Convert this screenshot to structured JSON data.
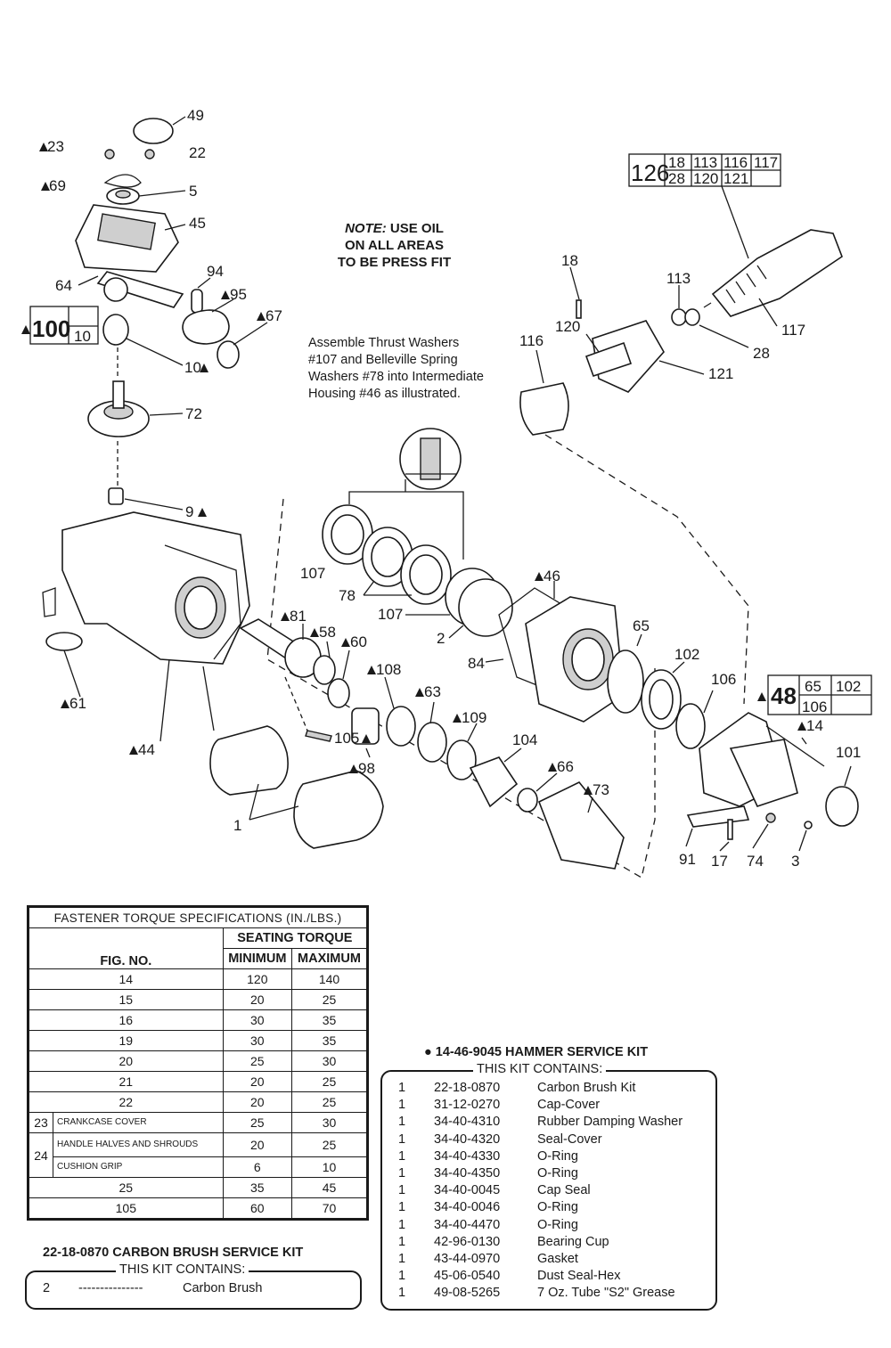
{
  "note": {
    "prefix": "NOTE:",
    "text_line1": " USE OIL",
    "text_line2": "ON ALL AREAS",
    "text_line3": "TO BE PRESS FIT"
  },
  "assemble_note": [
    "Assemble Thrust Washers",
    "#107 and Belleville Spring",
    "Washers #78 into Intermediate",
    "Housing #46 as illustrated."
  ],
  "callout_labels": {
    "p49": "49",
    "p23": "23",
    "p22": "22",
    "p69": "69",
    "p5": "5",
    "p45": "45",
    "p64": "64",
    "p94": "94",
    "p95": "95",
    "p67": "67",
    "p10": "10",
    "p72": "72",
    "p9": "9",
    "p61": "61",
    "p44": "44",
    "p1": "1",
    "p107a": "107",
    "p78": "78",
    "p107b": "107",
    "p2": "2",
    "p84": "84",
    "p46": "46",
    "p81": "81",
    "p58": "58",
    "p60": "60",
    "p108": "108",
    "p63": "63",
    "p105": "105",
    "p98": "98",
    "p109": "109",
    "p104": "104",
    "p66": "66",
    "p73": "73",
    "p65": "65",
    "p102": "102",
    "p106": "106",
    "p14": "14",
    "p101": "101",
    "p91": "91",
    "p17": "17",
    "p74": "74",
    "p3": "3",
    "p18": "18",
    "p113": "113",
    "p116": "116",
    "p120": "120",
    "p121": "121",
    "p117": "117",
    "p28": "28"
  },
  "kit_box_126": {
    "num": "126",
    "cells": [
      "18",
      "113",
      "116",
      "117",
      "28",
      "120",
      "121"
    ]
  },
  "kit_box_100": {
    "num": "100",
    "cells": [
      "10"
    ]
  },
  "kit_box_48": {
    "num": "48",
    "cells": [
      "65",
      "102",
      "106"
    ]
  },
  "torque_table": {
    "title": "FASTENER TORQUE SPECIFICATIONS (IN./LBS.)",
    "group_header": "SEATING TORQUE",
    "col_fig": "FIG. NO.",
    "col_min": "MINIMUM",
    "col_max": "MAXIMUM",
    "rows": [
      {
        "fig": "14",
        "min": "120",
        "max": "140"
      },
      {
        "fig": "15",
        "min": "20",
        "max": "25"
      },
      {
        "fig": "16",
        "min": "30",
        "max": "35"
      },
      {
        "fig": "19",
        "min": "30",
        "max": "35"
      },
      {
        "fig": "20",
        "min": "25",
        "max": "30"
      },
      {
        "fig": "21",
        "min": "20",
        "max": "25"
      },
      {
        "fig": "22",
        "min": "20",
        "max": "25"
      }
    ],
    "row23": {
      "fig": "23",
      "desc": "CRANKCASE COVER",
      "min": "25",
      "max": "30"
    },
    "row24": {
      "fig": "24",
      "desc_a": "HANDLE HALVES AND SHROUDS",
      "min_a": "20",
      "max_a": "25",
      "desc_b": "CUSHION GRIP",
      "min_b": "6",
      "max_b": "10"
    },
    "rows_tail": [
      {
        "fig": "25",
        "min": "35",
        "max": "45"
      },
      {
        "fig": "105",
        "min": "60",
        "max": "70"
      }
    ]
  },
  "carbon_kit": {
    "title": "22-18-0870 CARBON BRUSH SERVICE KIT",
    "legend": "THIS KIT CONTAINS:",
    "items": [
      {
        "qty": "2",
        "part": "---------------",
        "desc": "Carbon Brush"
      }
    ]
  },
  "hammer_kit": {
    "title": "14-46-9045 HAMMER SERVICE KIT",
    "bullet": "●",
    "legend": "THIS KIT CONTAINS:",
    "items": [
      {
        "qty": "1",
        "part": "22-18-0870",
        "desc": "Carbon Brush Kit"
      },
      {
        "qty": "1",
        "part": "31-12-0270",
        "desc": "Cap-Cover"
      },
      {
        "qty": "1",
        "part": "34-40-4310",
        "desc": "Rubber Damping Washer"
      },
      {
        "qty": "1",
        "part": "34-40-4320",
        "desc": "Seal-Cover"
      },
      {
        "qty": "1",
        "part": "34-40-4330",
        "desc": "O-Ring"
      },
      {
        "qty": "1",
        "part": "34-40-4350",
        "desc": "O-Ring"
      },
      {
        "qty": "1",
        "part": "34-40-0045",
        "desc": "Cap Seal"
      },
      {
        "qty": "1",
        "part": "34-40-0046",
        "desc": "O-Ring"
      },
      {
        "qty": "1",
        "part": "34-40-4470",
        "desc": "O-Ring"
      },
      {
        "qty": "1",
        "part": "42-96-0130",
        "desc": "Bearing Cup"
      },
      {
        "qty": "1",
        "part": "43-44-0970",
        "desc": "Gasket"
      },
      {
        "qty": "1",
        "part": "45-06-0540",
        "desc": "Dust Seal-Hex"
      },
      {
        "qty": "1",
        "part": "49-08-5265",
        "desc": "7 Oz. Tube \"S2\" Grease"
      }
    ]
  }
}
